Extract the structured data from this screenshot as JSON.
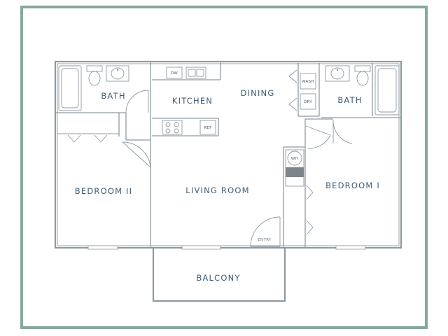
{
  "rooms": {
    "bath_left": "BATH",
    "kitchen": "KITCHEN",
    "dining": "DINING",
    "bath_right": "BATH",
    "bedroom_2": "BEDROOM II",
    "living_room": "LIVING ROOM",
    "bedroom_1": "BEDROOM I",
    "balcony": "BALCONY"
  },
  "fixtures": {
    "dishwasher": "DW",
    "refrigerator": "REF",
    "washer": "WASH",
    "dryer": "DRY",
    "water_heater": "WH",
    "entry": "ENTRY"
  },
  "colors": {
    "frame_border": "#88a89c",
    "wall": "#8e9aa2",
    "label_text": "#3f5d74"
  }
}
